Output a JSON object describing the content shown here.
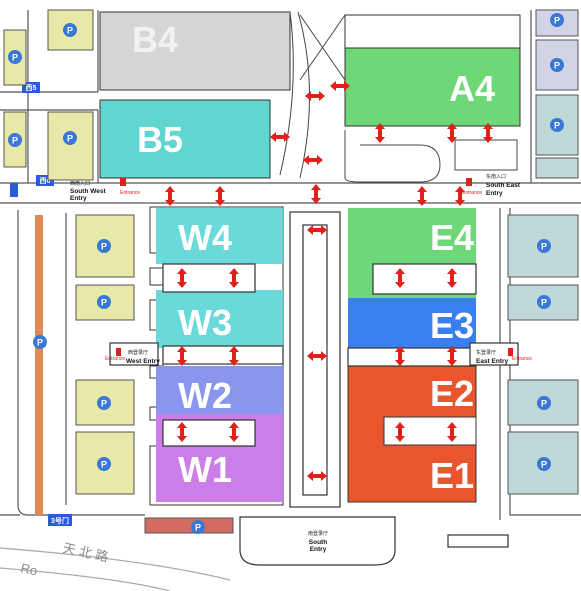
{
  "colors": {
    "background": "#ffffff",
    "outline": "#333333",
    "parking_fill": "#e8e8a8",
    "parking_fill_alt": "#bfd9d9",
    "parking_icon": "#3a78d8",
    "arrow": "#e0201b",
    "corridor": "#7a7a7a"
  },
  "halls": [
    {
      "id": "B4",
      "label": "B4",
      "color": "#d6d6d6"
    },
    {
      "id": "B5",
      "label": "B5",
      "color": "#5fd6d0"
    },
    {
      "id": "A4",
      "label": "A4",
      "color": "#6ed879"
    },
    {
      "id": "W4",
      "label": "W4",
      "color": "#69dad9"
    },
    {
      "id": "W3",
      "label": "W3",
      "color": "#69dad9"
    },
    {
      "id": "W2",
      "label": "W2",
      "color": "#8a96ee"
    },
    {
      "id": "W1",
      "label": "W1",
      "color": "#cb7de8"
    },
    {
      "id": "E4",
      "label": "E4",
      "color": "#6ed879"
    },
    {
      "id": "E3",
      "label": "E3",
      "color": "#3a7ff0"
    },
    {
      "id": "E2",
      "label": "E2",
      "color": "#e9562e"
    },
    {
      "id": "E1",
      "label": "E1",
      "color": "#e9562e"
    }
  ],
  "gates": [
    {
      "id": "gate-5",
      "label": "西5"
    },
    {
      "id": "gate-6",
      "label": "西6"
    },
    {
      "id": "gate-3",
      "label": "3号门"
    }
  ],
  "entries": [
    {
      "id": "south-west",
      "cn": "西南入口",
      "en1": "South  West",
      "en2": "Entry",
      "tag": "Entrance"
    },
    {
      "id": "south-east",
      "cn": "东南入口",
      "en1": "South  East",
      "en2": "Entry",
      "tag": "Entrance"
    },
    {
      "id": "west",
      "cn": "西登录厅",
      "en1": "West  Entry",
      "tag": "Entrance"
    },
    {
      "id": "east",
      "cn": "东登录厅",
      "en1": "East  Entry",
      "tag": "Entrance"
    },
    {
      "id": "south",
      "cn": "南登录厅",
      "en1": "South",
      "en2": "Entry"
    }
  ],
  "parking_symbol": "P",
  "road_label": "天 北 路",
  "road_label_en": "Ro",
  "icons": [
    "parking-icon",
    "double-arrow-icon",
    "entrance-marker-icon"
  ]
}
